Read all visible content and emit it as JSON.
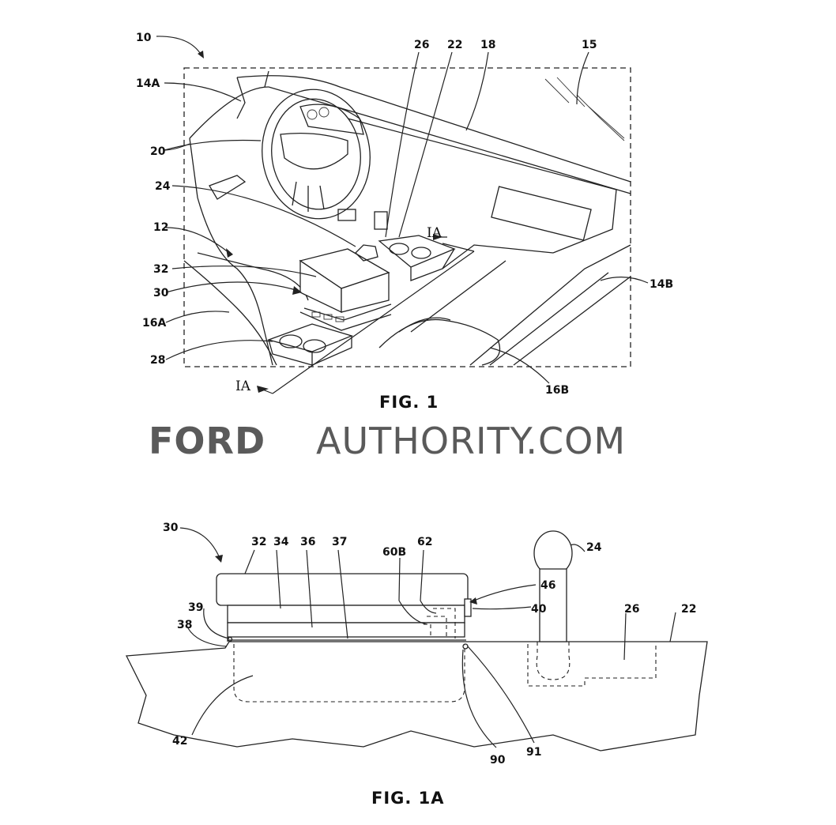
{
  "fig1": {
    "caption": "FIG. 1",
    "labels": {
      "l10": "10",
      "l14a": "14A",
      "l20": "20",
      "l24": "24",
      "l12": "12",
      "l32": "32",
      "l30": "30",
      "l16a": "16A",
      "l28": "28",
      "l26": "26",
      "l22": "22",
      "l18": "18",
      "l15": "15",
      "l14b": "14B",
      "l16b": "16B",
      "section_top": "IA",
      "section_bottom": "IA"
    }
  },
  "watermark": {
    "brand": "FORD",
    "rest": "AUTHORITY.COM"
  },
  "fig1a": {
    "caption": "FIG. 1A",
    "labels": {
      "l30": "30",
      "l32": "32",
      "l34": "34",
      "l36": "36",
      "l37": "37",
      "l60b": "60B",
      "l62": "62",
      "l24": "24",
      "l46": "46",
      "l40": "40",
      "l26": "26",
      "l22": "22",
      "l39": "39",
      "l38": "38",
      "l42": "42",
      "l90": "90",
      "l91": "91"
    }
  }
}
